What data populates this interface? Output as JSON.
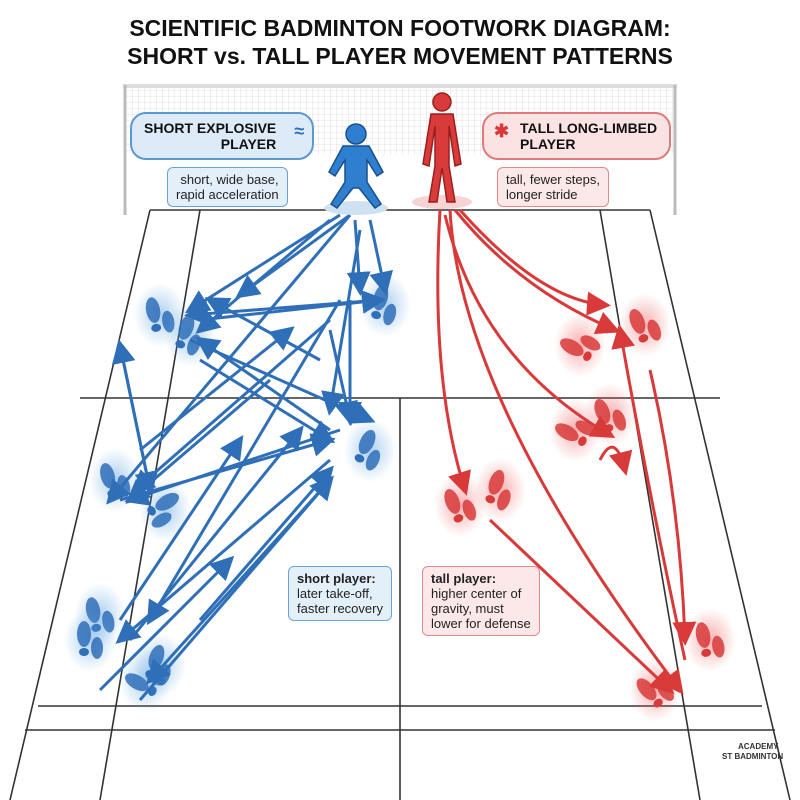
{
  "title": [
    "SCIENTIFIC BADMINTON FOOTWORK DIAGRAM:",
    "SHORT vs. TALL PLAYER MOVEMENT PATTERNS"
  ],
  "short_player": {
    "label_line1": "SHORT EXPLOSIVE",
    "label_line2": "PLAYER",
    "icon": "spring-icon",
    "desc_line1": "short, wide base,",
    "desc_line2": "rapid acceleration",
    "note_title": "short player:",
    "note_line1": "later take-off,",
    "note_line2": "faster recovery",
    "color": "#2f6fb8"
  },
  "tall_player": {
    "label_line1": "TALL LONG-LIMBED",
    "label_line2": "PLAYER",
    "icon": "running-person-icon",
    "desc_line1": "tall, fewer steps,",
    "desc_line2": "longer stride",
    "note_title": "tall player:",
    "note_line1": "higher center of",
    "note_line2": "gravity, must",
    "note_line3": "lower for defense",
    "color": "#d83a3a"
  },
  "logo": {
    "line1": "ACADEMY",
    "line2": "ST BADMINTON"
  }
}
